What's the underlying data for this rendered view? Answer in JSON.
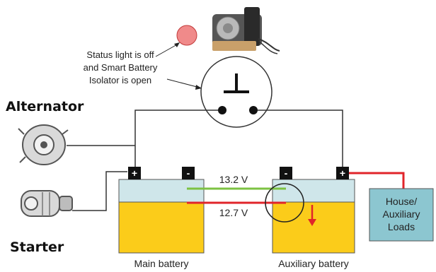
{
  "labels": {
    "status_line1": "Status light is off",
    "status_line2": "and Smart Battery",
    "status_line3": "Isolator is open",
    "alternator": "Alternator",
    "starter": "Starter",
    "voltage_top": "13.2 V",
    "voltage_bottom": "12.7 V",
    "main_battery": "Main battery",
    "aux_battery": "Auxiliary battery",
    "loads_line1": "House/",
    "loads_line2": "Auxiliary",
    "loads_line3": "Loads",
    "plus": "+",
    "minus": "-"
  },
  "colors": {
    "battery_top": "#cfe6ea",
    "battery_bottom": "#fbcc1a",
    "wire": "#333333",
    "red_wire": "#e0242a",
    "green_line": "#7cc242",
    "loads_box": "#8cc6d0",
    "status_light": "#f08a8a"
  }
}
